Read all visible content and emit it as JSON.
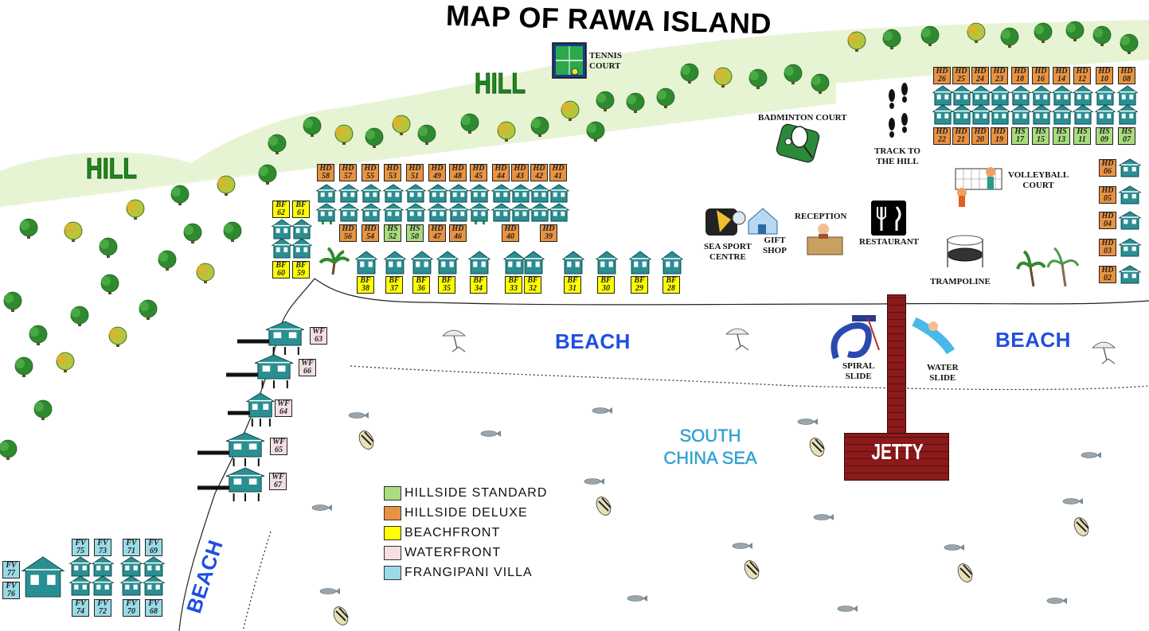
{
  "title": "MAP OF RAWA ISLAND",
  "hill_label": "HILL",
  "beach_label": "BEACH",
  "sea_label_line1": "SOUTH",
  "sea_label_line2": "CHINA SEA",
  "jetty_label": "JETTY",
  "facilities": {
    "tennis": [
      "TENNIS",
      "COURT"
    ],
    "badminton": "BADMINTON COURT",
    "track": [
      "TRACK TO",
      "THE HILL"
    ],
    "volleyball": [
      "VOLLEYBALL",
      "COURT"
    ],
    "reception": "RECEPTION",
    "restaurant": "RESTAURANT",
    "sea_sport": [
      "SEA SPORT",
      "CENTRE"
    ],
    "gift_shop": [
      "GIFT",
      "SHOP"
    ],
    "trampoline": "TRAMPOLINE",
    "spiral_slide": [
      "SPIRAL",
      "SLIDE"
    ],
    "water_slide": [
      "WATER",
      "SLIDE"
    ]
  },
  "colors": {
    "HS": "#a8dc7c",
    "HD": "#e99341",
    "BF": "#ffff00",
    "WF": "#f4dfe2",
    "FV": "#9adbe8",
    "chalet": "#2a8f93",
    "jetty": "#8b1a1a",
    "hill": "#dff0c4"
  },
  "legend": [
    {
      "code": "HS",
      "label": "HILLSIDE STANDARD"
    },
    {
      "code": "HD",
      "label": "HILLSIDE DELUXE"
    },
    {
      "code": "BF",
      "label": "BEACHFRONT"
    },
    {
      "code": "WF",
      "label": "WATERFRONT"
    },
    {
      "code": "FV",
      "label": "FRANGIPANI VILLA"
    }
  ],
  "units": {
    "top_row_hd": [
      [
        "HD",
        "58"
      ],
      [
        "HD",
        "57"
      ],
      [
        "HD",
        "55"
      ],
      [
        "HD",
        "53"
      ],
      [
        "HD",
        "51"
      ],
      [
        "HD",
        "49"
      ],
      [
        "HD",
        "48"
      ],
      [
        "HD",
        "45"
      ],
      [
        "HD",
        "44"
      ],
      [
        "HD",
        "43"
      ],
      [
        "HD",
        "42"
      ],
      [
        "HD",
        "41"
      ]
    ],
    "mid_row": [
      [
        "HD",
        "56"
      ],
      [
        "HD",
        "54"
      ],
      [
        "HS",
        "52"
      ],
      [
        "HS",
        "50"
      ],
      [
        "HD",
        "47"
      ],
      [
        "HD",
        "46"
      ],
      [
        "HD",
        "40"
      ],
      [
        "HD",
        "39"
      ]
    ],
    "bf_left": [
      [
        "BF",
        "62"
      ],
      [
        "BF",
        "61"
      ],
      [
        "BF",
        "60"
      ],
      [
        "BF",
        "59"
      ]
    ],
    "bf_row": [
      [
        "BF",
        "38"
      ],
      [
        "BF",
        "37"
      ],
      [
        "BF",
        "36"
      ],
      [
        "BF",
        "35"
      ],
      [
        "BF",
        "34"
      ],
      [
        "BF",
        "33"
      ],
      [
        "BF",
        "32"
      ],
      [
        "BF",
        "31"
      ],
      [
        "BF",
        "30"
      ],
      [
        "BF",
        "29"
      ],
      [
        "BF",
        "28"
      ]
    ],
    "wf": [
      [
        "WF",
        "63"
      ],
      [
        "WF",
        "66"
      ],
      [
        "WF",
        "64"
      ],
      [
        "WF",
        "65"
      ],
      [
        "WF",
        "67"
      ]
    ],
    "right_top": [
      [
        "HD",
        "26"
      ],
      [
        "HD",
        "25"
      ],
      [
        "HD",
        "24"
      ],
      [
        "HD",
        "23"
      ],
      [
        "HD",
        "18"
      ],
      [
        "HD",
        "16"
      ],
      [
        "HD",
        "14"
      ],
      [
        "HD",
        "12"
      ],
      [
        "HD",
        "10"
      ],
      [
        "HD",
        "08"
      ]
    ],
    "right_bottom": [
      [
        "HD",
        "22"
      ],
      [
        "HD",
        "21"
      ],
      [
        "HD",
        "20"
      ],
      [
        "HD",
        "19"
      ],
      [
        "HS",
        "17"
      ],
      [
        "HS",
        "15"
      ],
      [
        "HS",
        "13"
      ],
      [
        "HS",
        "11"
      ],
      [
        "HS",
        "09"
      ],
      [
        "HS",
        "07"
      ]
    ],
    "right_col": [
      [
        "HD",
        "06"
      ],
      [
        "HD",
        "05"
      ],
      [
        "HD",
        "04"
      ],
      [
        "HD",
        "03"
      ],
      [
        "HD",
        "02"
      ]
    ],
    "fv_top": [
      [
        "FV",
        "75"
      ],
      [
        "FV",
        "73"
      ],
      [
        "FV",
        "71"
      ],
      [
        "FV",
        "69"
      ]
    ],
    "fv_bottom": [
      [
        "FV",
        "74"
      ],
      [
        "FV",
        "72"
      ],
      [
        "FV",
        "70"
      ],
      [
        "FV",
        "68"
      ]
    ],
    "fv_left": [
      [
        "FV",
        "77"
      ],
      [
        "FV",
        "76"
      ]
    ]
  }
}
